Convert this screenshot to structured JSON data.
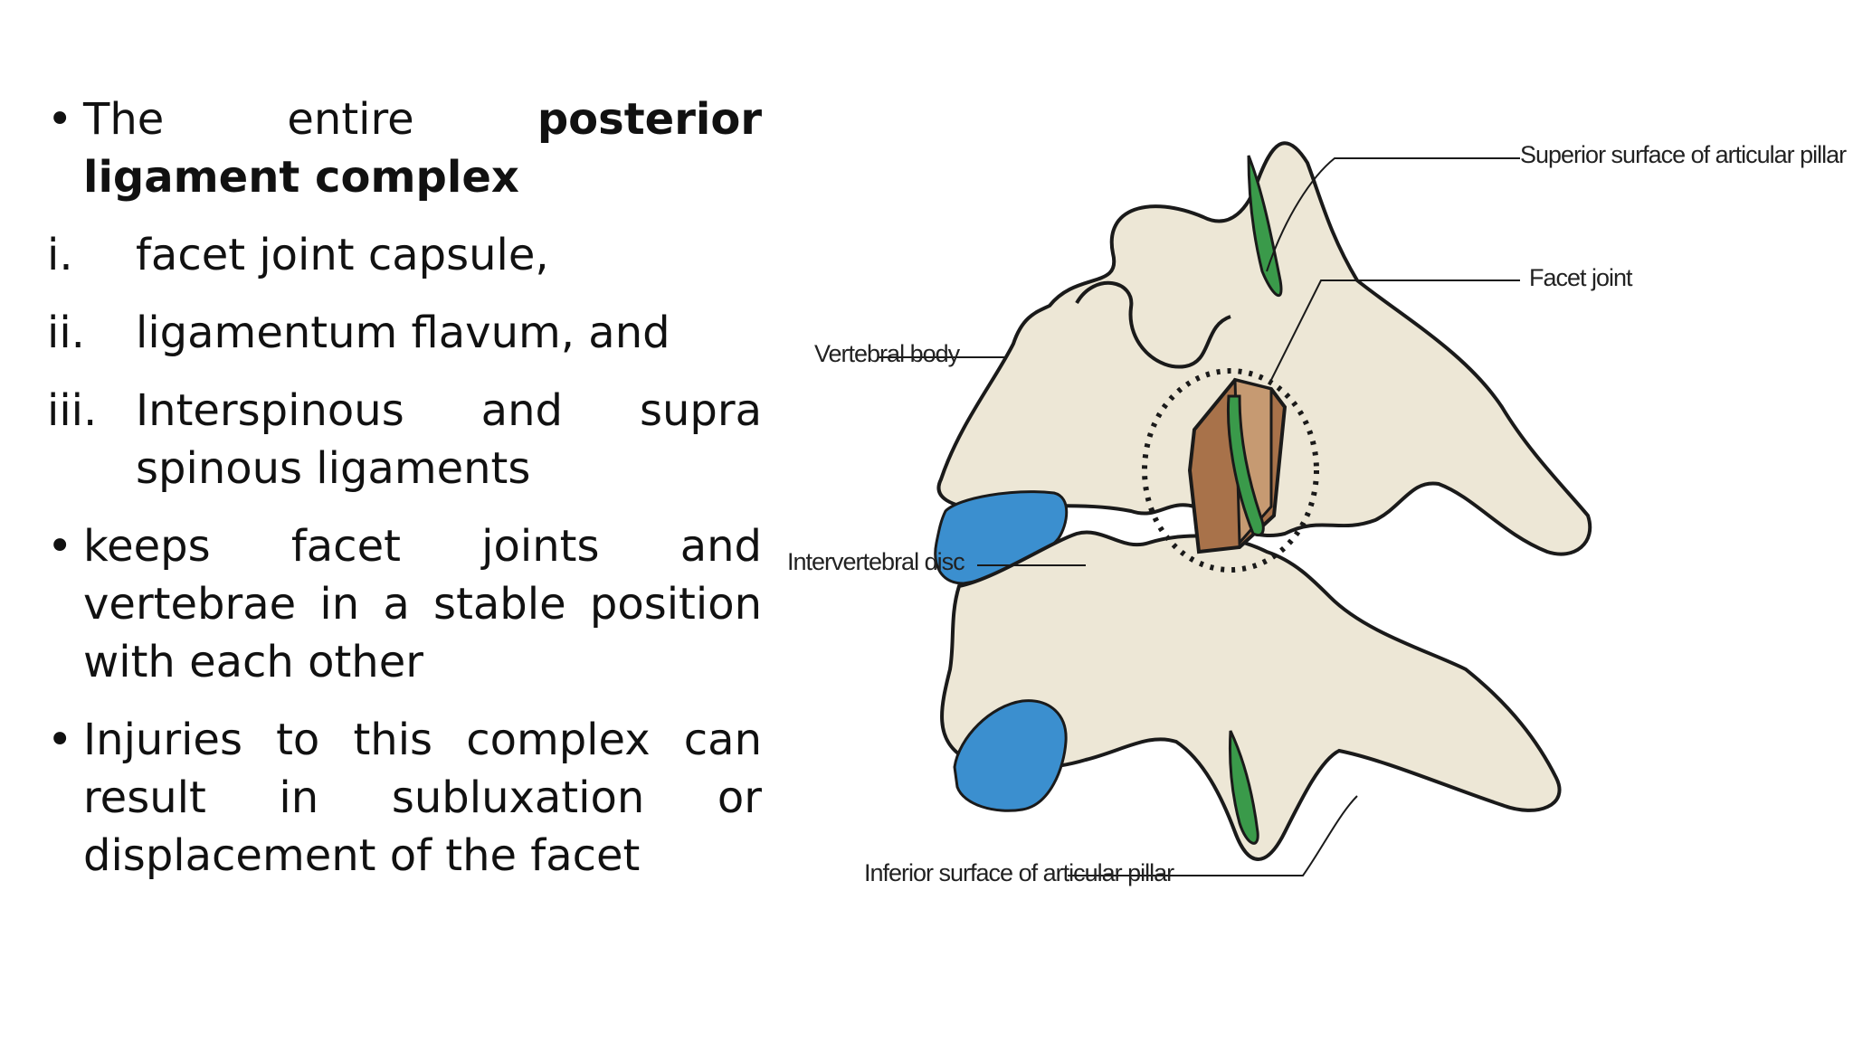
{
  "bullets": {
    "b1_text": "The entire ",
    "b1_bold": "posterior ligament complex",
    "r1_marker": "i.",
    "r1_text": "facet joint capsule,",
    "r2_marker": "ii.",
    "r2_text": "ligamentum flavum, and",
    "r3_marker": "iii.",
    "r3_text": "Interspinous and supra spinous ligaments",
    "b2_text": "keeps facet joints and vertebrae in a stable position with each other",
    "b3_text": "Injuries to this complex can result in subluxation or displacement of the facet",
    "bullet_glyph": "•"
  },
  "figure": {
    "labels": {
      "superior": "Superior surface of articular pillar",
      "facet": "Facet joint",
      "vertebral": "Vertebral body",
      "disc": "Intervertebral disc",
      "inferior": "Inferior surface of articular pillar"
    },
    "colors": {
      "bone": "#ede7d6",
      "disc": "#3b8fcf",
      "ligament": "#3a9a4a",
      "facet": "#8a5a3a"
    }
  }
}
